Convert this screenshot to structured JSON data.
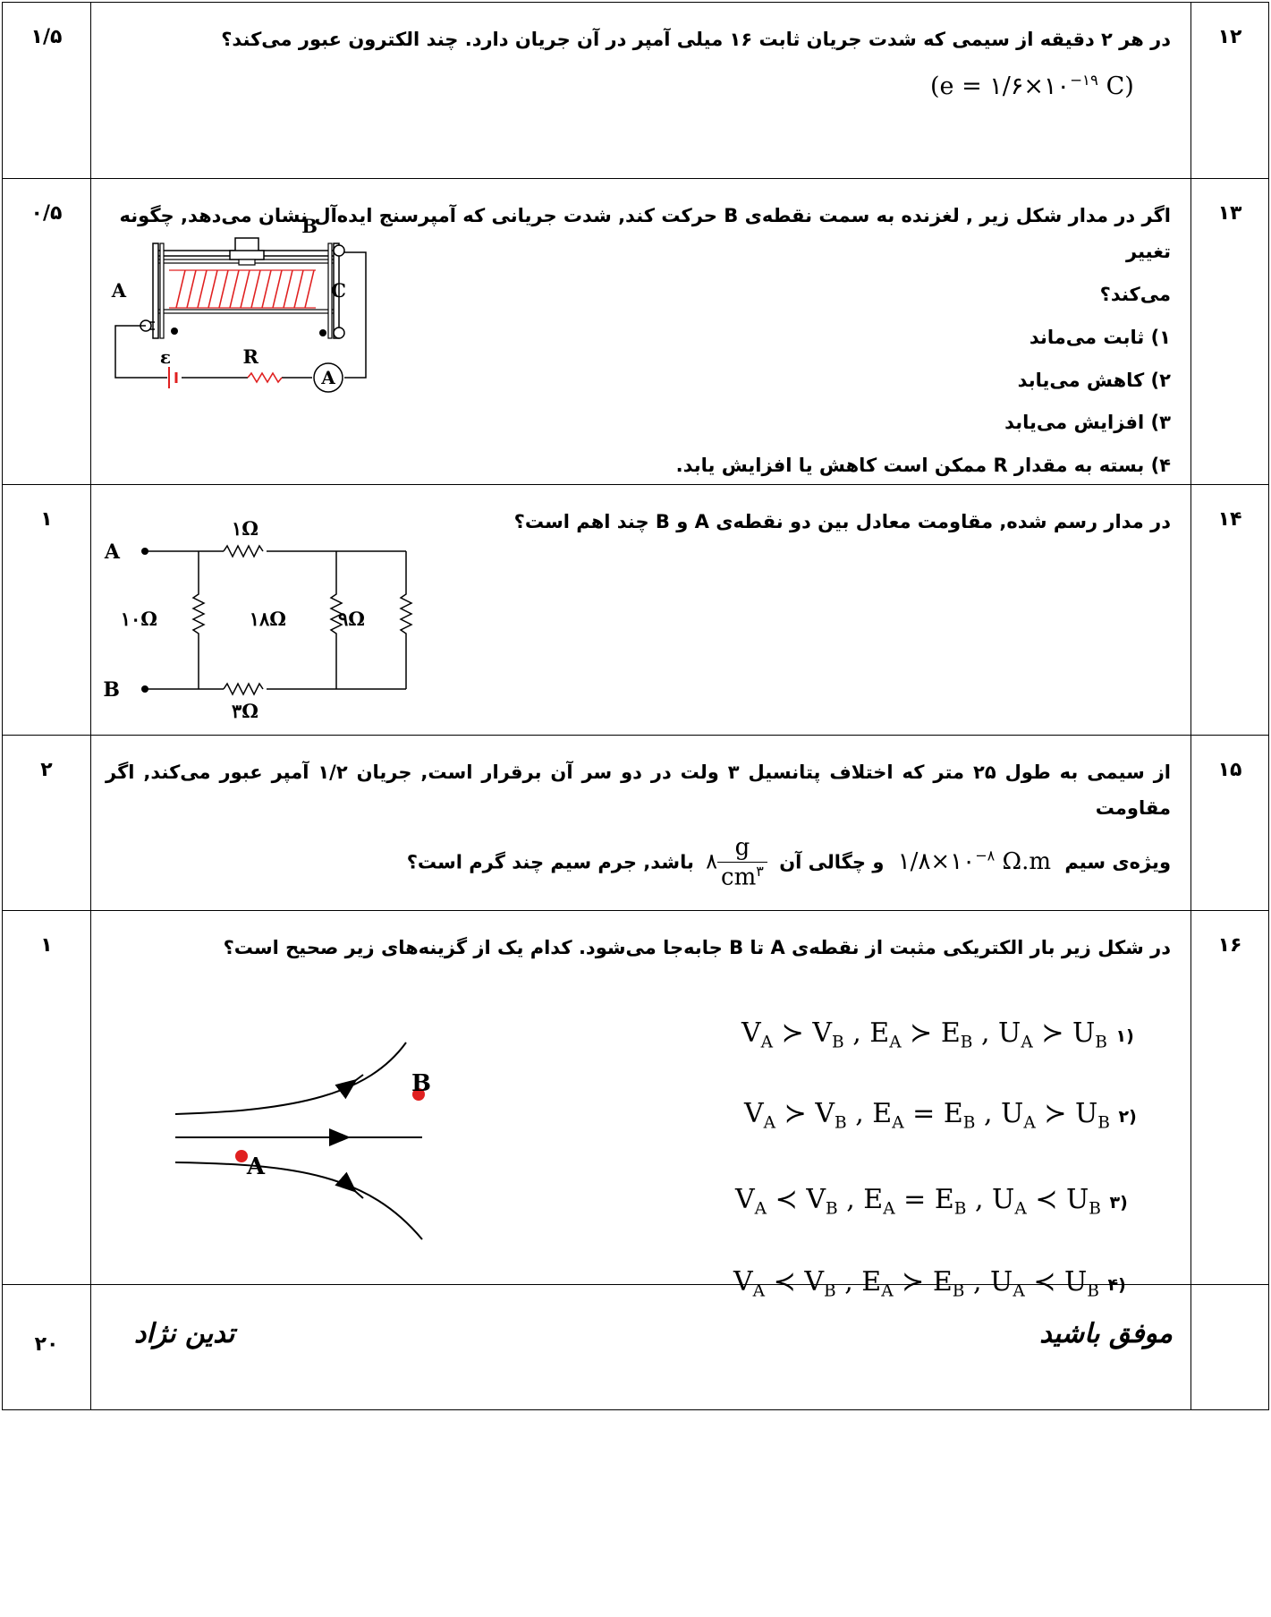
{
  "q12": {
    "num": "۱۲",
    "score": "۱/۵",
    "text": "در هر ۲ دقیقه از سیمی که شدت جریان ثابت ۱۶ میلی آمپر در آن جریان دارد. چند الکترون عبور می‌کند؟",
    "formula": "(e = ۱/۶×۱۰",
    "formula_exp": "−۱۹",
    "formula_end": " C)"
  },
  "q13": {
    "num": "۱۳",
    "score": "۰/۵",
    "text_line1": "اگر در مدار شکل زیر , لغزنده به سمت نقطه‌ی B حرکت کند, شدت جریانی که آمپرسنج ایده‌آل نشان می‌دهد, چگونه تغییر",
    "text_line2": "می‌کند؟",
    "options": [
      "۱) ثابت می‌ماند",
      "۲) کاهش می‌یابد",
      "۳) افزایش می‌یابد",
      "۴) بسته به مقدار R ممکن است کاهش یا افزایش یابد."
    ],
    "labels": {
      "A": "A",
      "B": "B",
      "C": "C",
      "emf": "ε",
      "R": "R",
      "ammeter": "A"
    }
  },
  "q14": {
    "num": "۱۴",
    "score": "۱",
    "text": "در مدار رسم شده, مقاومت معادل بین دو نقطه‌ی A و B چند اهم است؟",
    "labels": {
      "A": "A",
      "B": "B",
      "r1": "۱Ω",
      "r10": "۱۰Ω",
      "r18": "۱۸Ω",
      "r9": "۹Ω",
      "r3": "۳Ω"
    }
  },
  "q15": {
    "num": "۱۵",
    "score": "۲",
    "text_line1": "از سیمی به طول ۲۵ متر که اختلاف پتانسیل ۳ ولت در دو سر آن برقرار است, جریان ۱/۲ آمپر عبور می‌کند, اگر مقاومت",
    "text_part_a": "ویژه‌ی سیم",
    "resistivity": "۱/۸×۱۰",
    "resistivity_exp": "−۸",
    "resistivity_unit": " Ω.m",
    "text_part_b": "و چگالی آن",
    "density_value": "۸",
    "density_num": "g",
    "density_den": "cm",
    "density_den_exp": "۳",
    "text_part_c": "باشد, جرم سیم چند گرم است؟"
  },
  "q16": {
    "num": "۱۶",
    "score": "۱",
    "text": "در شکل زیر بار الکتریکی مثبت از نقطه‌ی A تا B جابه‌جا می‌شود. کدام یک از گزینه‌های زیر صحیح است؟",
    "labels": {
      "A": "A",
      "B": "B"
    },
    "options": [
      {
        "num": "۱)",
        "v": "≻",
        "e": "≻",
        "u": "≻"
      },
      {
        "num": "۲)",
        "v": "≻",
        "e": "=",
        "u": "≻"
      },
      {
        "num": "۳)",
        "v": "≺",
        "e": "=",
        "u": "≺"
      },
      {
        "num": "۴)",
        "v": "≺",
        "e": "≻",
        "u": "≺"
      }
    ],
    "sym": {
      "V": "V",
      "E": "E",
      "U": "U",
      "A": "A",
      "B": "B"
    }
  },
  "footer": {
    "total": "۲۰",
    "wish": "موفق باشید",
    "author": "تدین نژاد"
  },
  "colors": {
    "coil": "#e02020",
    "dot": "#e02020",
    "line": "#000000"
  }
}
